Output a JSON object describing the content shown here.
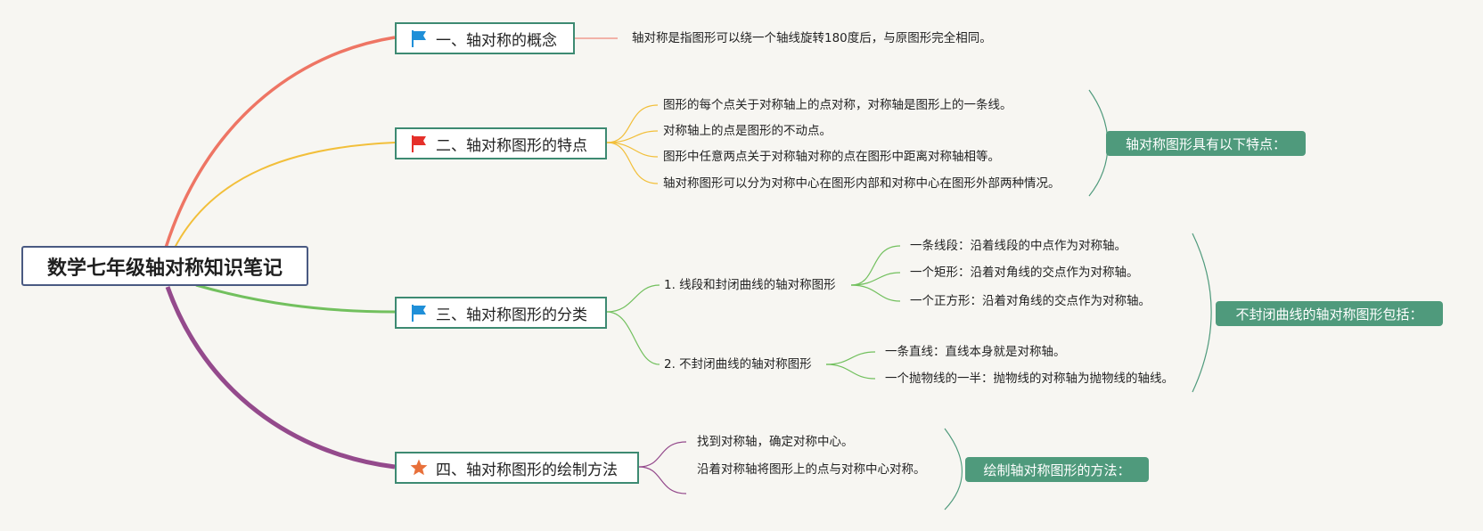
{
  "root": {
    "title": "数学七年级轴对称知识笔记"
  },
  "branches": [
    {
      "label": "一、轴对称的概念",
      "icon": "blue-flag-icon",
      "color": "#ee7564",
      "items": [
        "轴对称是指图形可以绕一个轴线旋转180度后，与原图形完全相同。"
      ]
    },
    {
      "label": "二、轴对称图形的特点",
      "icon": "red-flag-icon",
      "color": "#f2bf3a",
      "items": [
        "图形的每个点关于对称轴上的点对称，对称轴是图形上的一条线。",
        "对称轴上的点是图形的不动点。",
        "图形中任意两点关于对称轴对称的点在图形中距离对称轴相等。",
        "轴对称图形可以分为对称中心在图形内部和对称中心在图形外部两种情况。"
      ],
      "summary": "轴对称图形具有以下特点："
    },
    {
      "label": "三、轴对称图形的分类",
      "icon": "blue-flag-icon",
      "color": "#72c05e",
      "groups": [
        {
          "label": "1. 线段和封闭曲线的轴对称图形",
          "items": [
            "一条线段：沿着线段的中点作为对称轴。",
            "一个矩形：沿着对角线的交点作为对称轴。",
            "一个正方形：沿着对角线的交点作为对称轴。"
          ]
        },
        {
          "label": "2. 不封闭曲线的轴对称图形",
          "items": [
            "一条直线：直线本身就是对称轴。",
            "一个抛物线的一半：抛物线的对称轴为抛物线的轴线。"
          ]
        }
      ],
      "summary": "不封闭曲线的轴对称图形包括："
    },
    {
      "label": "四、轴对称图形的绘制方法",
      "icon": "orange-star-icon",
      "color": "#944a8c",
      "items": [
        "找到对称轴，确定对称中心。",
        "沿着对称轴将图形上的点与对称中心对称。"
      ],
      "summary": "绘制轴对称图形的方法："
    }
  ],
  "colors": {
    "node_border": "#3d8a72",
    "root_border": "#4a5a82",
    "summary_fill": "#4f9a7c",
    "background": "#f7f6f2",
    "flag_blue": "#1f8fd8",
    "flag_red": "#e5302a",
    "star_orange": "#e8703a"
  }
}
